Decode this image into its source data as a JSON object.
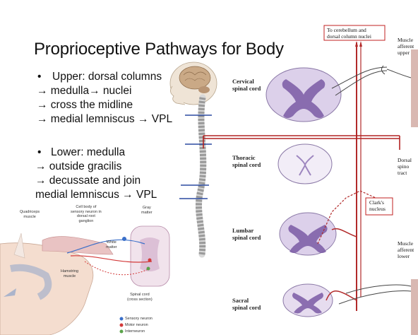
{
  "slide": {
    "title": "Proprioceptive Pathways for Body",
    "upper_bullets": [
      "Upper: dorsal columns",
      "→ medulla→ nuclei",
      "→ cross the midline",
      "→ medial lemniscus → VPL"
    ],
    "lower_bullets": [
      "Lower: medulla",
      "→ outside gracilis",
      "→ decussate and join",
      "medial lemniscus → VPL"
    ]
  },
  "cord_diagram": {
    "cervical_label": "Cervical\nspinal cord",
    "thoracic_label": "Thoracic\nspinal cord",
    "lumbar_label": "Lumbar\nspinal cord",
    "sacral_label": "Sacral\nspinal cord",
    "cerebellum_label": "To cerebellum and\ndorsal column nuclei",
    "clarks_label": "Clark's\nnucleus",
    "muscle_upper_label": "Muscle\nafferent\nupper",
    "dorsal_tract_label": "Dorsal\nspino\ntract",
    "muscle_lower_label": "Muscle\nafferent\nlower"
  },
  "reflex_diagram": {
    "quadriceps_label": "Quadriceps\nmuscle",
    "cell_body_label": "Cell body of\nsensory neuron in\ndorsal root\nganglion",
    "gray_matter_label": "Gray\nmatter",
    "white_matter_label": "White\nmatter",
    "hamstring_label": "Hamstring\nmuscle",
    "spinal_cord_label": "Spinal cord\n(cross section)",
    "legend": [
      {
        "label": "Sensory neuron",
        "color": "#3a6fc9"
      },
      {
        "label": "Motor neuron",
        "color": "#d33a3a"
      },
      {
        "label": "Interneuron",
        "color": "#5aa44a"
      }
    ]
  },
  "colors": {
    "pathway_red": "#b22a2a",
    "gray_matter": "#7a5aa5",
    "cord_fill": "#dcd0ea",
    "pointer_line": "#b22222"
  }
}
